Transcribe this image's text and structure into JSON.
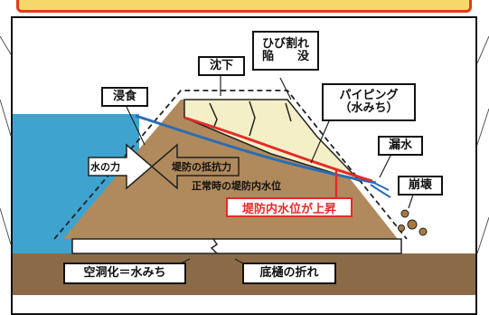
{
  "labels": {
    "erosion": "浸食",
    "subsidence": "沈下",
    "cracks_line1": "ひび割れ",
    "cracks_line2": "陥　　没",
    "piping_line1": "パイピング",
    "piping_line2": "（水みち）",
    "leakage": "漏水",
    "collapse": "崩壊",
    "water_force": "水の力",
    "embankment_resistance": "堤防の抵抗力",
    "normal_water_level": "正常時の堤防内水位",
    "water_level_rise": "堤防内水位が上昇",
    "cavity": "空洞化＝水みち",
    "culvert_break": "底樋の折れ"
  },
  "colors": {
    "water": "#3ea3cf",
    "embankment": "#b08a5c",
    "ground": "#8b6b47",
    "crack_zone": "#f4efc6",
    "red_line": "#e52b2b",
    "blue_line": "#2a6db5",
    "header_fill": "#f6d86a",
    "header_border": "#e23a1e"
  }
}
